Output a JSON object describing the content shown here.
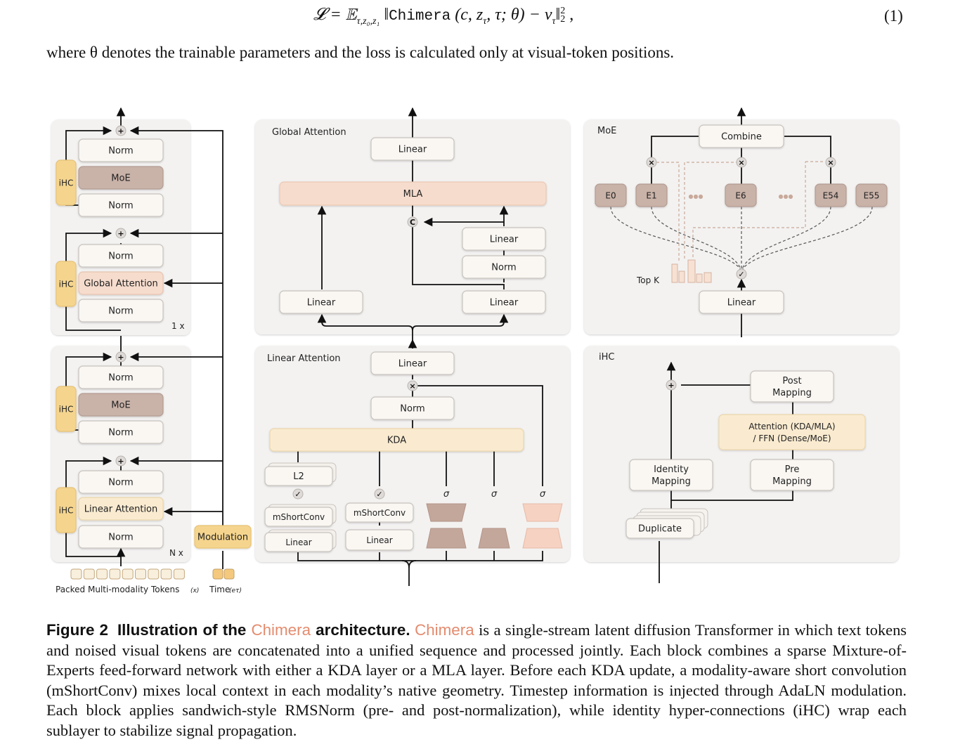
{
  "equation": {
    "lhs": "𝓛 = 𝔼",
    "subscript": "τ,z₀,z₁",
    "func": "Chimera",
    "args": " (c, z",
    "args_sub": "τ",
    "args_rest": ", τ; θ) − v",
    "v_sub": "τ",
    "norm_close": "‖",
    "norm_sup": "2",
    "norm_sub": "2",
    "comma": " ,",
    "number": "(1)"
  },
  "where_text": "where θ denotes the trainable parameters and the loss is calculated only at visual-token positions.",
  "figure": {
    "left_stack": {
      "norm": "Norm",
      "moe": "MoE",
      "global_attention": "Global Attention",
      "linear_attention": "Linear Attention",
      "ihc": "iHC",
      "one_x": "1 x",
      "n_x": "N x",
      "modulation": "Modulation",
      "tokens_label": "Packed Multi-modality Tokens",
      "tokens_var": "(x)",
      "time_label": "Time",
      "time_var": "(eτ)"
    },
    "global_attention": {
      "title": "Global Attention",
      "linear": "Linear",
      "mla": "MLA",
      "norm": "Norm",
      "concat": "C"
    },
    "linear_attention": {
      "title": "Linear Attention",
      "linear": "Linear",
      "norm": "Norm",
      "kda": "KDA",
      "l2": "L2",
      "mshortconv": "mShortConv",
      "sigma": "σ"
    },
    "moe": {
      "title": "MoE",
      "combine": "Combine",
      "experts": [
        "E0",
        "E1",
        "E6",
        "E54",
        "E55"
      ],
      "top_k": "Top K",
      "linear": "Linear"
    },
    "ihc": {
      "title": "iHC",
      "post_mapping_1": "Post",
      "post_mapping_2": "Mapping",
      "attention_1": "Attention (KDA/MLA)",
      "attention_2": "/ FFN (Dense/MoE)",
      "identity_1": "Identity",
      "identity_2": "Mapping",
      "pre_1": "Pre",
      "pre_2": "Mapping",
      "duplicate": "Duplicate"
    },
    "symbols": {
      "plus": "+",
      "times": "×"
    }
  },
  "caption": {
    "label": "Figure 2",
    "title_a": "Illustration of the ",
    "name": "Chimera",
    "title_b": " architecture.",
    "body_name": "Chimera",
    "body": " is a single-stream latent diffusion Transformer in which text tokens and noised visual tokens are concatenated into a unified sequence and processed jointly. Each block combines a sparse Mixture-of-Experts feed-forward network with either a KDA layer or a MLA layer. Before each KDA update, a modality-aware short convolution (mShortConv) mixes local context in each modality’s native geometry. Timestep information is injected through AdaLN modulation. Each block applies sandwich-style RMSNorm (pre- and post-normalization), while identity hyper-connections (iHC) wrap each sublayer to stabilize signal propagation."
  },
  "colors": {
    "panel": "#f3f2f1",
    "box": "#faf7f3",
    "moe": "#c9b2a8",
    "global": "#f6dccd",
    "linear_attn": "#faebd0",
    "ihc": "#f5d58e",
    "caption_accent": "#e48b6e"
  }
}
